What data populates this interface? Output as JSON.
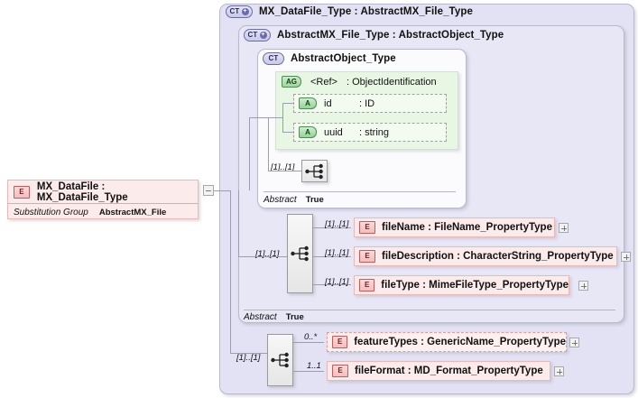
{
  "diagram": {
    "title": "MX_DataFile XSD element diagram",
    "colors": {
      "container_outer": "#e2e2f4",
      "container_mid": "#e7e7f6",
      "container_inner": "#fbfbfe",
      "element_fill": "#fcebeb",
      "element_border": "#e8b9b9",
      "attribute_fill": "#e7f7e3",
      "connector": "#9d9db1",
      "canvas": "#ffffff"
    }
  },
  "root_element": {
    "badge": "E",
    "label": "MX_DataFile : MX_DataFile_Type",
    "substitution_group_label": "Substitution Group",
    "substitution_group_value": "AbstractMX_File",
    "toggle": "minus"
  },
  "containers": [
    {
      "badge": "CT",
      "has_plus": true,
      "label": "MX_DataFile_Type : AbstractMX_File_Type"
    },
    {
      "badge": "CT",
      "has_plus": true,
      "label": "AbstractMX_File_Type : AbstractObject_Type"
    },
    {
      "badge": "CT",
      "has_plus": false,
      "label": "AbstractObject_Type"
    }
  ],
  "attribute_group": {
    "badge": "AG",
    "ref_label": "<Ref>",
    "type_label": ": ObjectIdentification",
    "attributes": [
      {
        "badge": "A",
        "name": "id",
        "type": ": ID"
      },
      {
        "badge": "A",
        "name": "uuid",
        "type": ": string"
      }
    ]
  },
  "abstract_rows": [
    {
      "key": "Abstract",
      "value": "True"
    },
    {
      "key": "Abstract",
      "value": "True"
    }
  ],
  "compositors": [
    {
      "name": "sequence-1",
      "cardinality": "[1]..[1]"
    },
    {
      "name": "sequence-2",
      "cardinality": "[1]..[1]"
    },
    {
      "name": "sequence-3",
      "cardinality": "[1]..[1]"
    }
  ],
  "elements": [
    {
      "badge": "E",
      "label": "fileName : FileName_PropertyType",
      "cardinality": "[1]..[1]",
      "optional": false,
      "toggle": "plus"
    },
    {
      "badge": "E",
      "label": "fileDescription : CharacterString_PropertyType",
      "cardinality": "[1]..[1]",
      "optional": false,
      "toggle": "plus"
    },
    {
      "badge": "E",
      "label": "fileType  : MimeFileType_PropertyType",
      "cardinality": "[1]..[1]",
      "optional": false,
      "toggle": "plus"
    },
    {
      "badge": "E",
      "label": "featureTypes : GenericName_PropertyType",
      "cardinality": "0..*",
      "optional": true,
      "toggle": "plus"
    },
    {
      "badge": "E",
      "label": "fileFormat : MD_Format_PropertyType",
      "cardinality": "1..1",
      "optional": false,
      "toggle": "plus"
    }
  ]
}
